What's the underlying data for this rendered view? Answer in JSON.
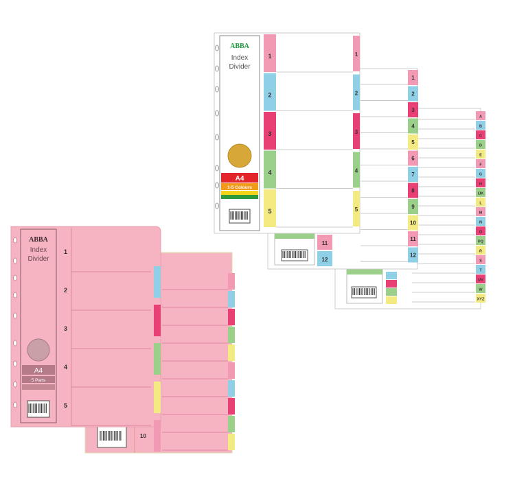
{
  "colors": {
    "pink": "#f29ab4",
    "blue": "#8fd0e6",
    "magenta": "#e83f75",
    "green": "#9bd08a",
    "yellow": "#f4ea82",
    "paper_pink": "#f6b3c2",
    "white": "#ffffff"
  },
  "white_set": {
    "brand": "ABBA",
    "title_line1": "Index",
    "title_line2": "Divider",
    "size": "A4",
    "colours_label": "1-5 Colours",
    "tab_labels": [
      "1",
      "2",
      "3",
      "4",
      "5"
    ]
  },
  "white_set_12": {
    "tab_labels": [
      "1",
      "2",
      "3",
      "4",
      "5",
      "6",
      "7",
      "8",
      "9",
      "10",
      "11",
      "12"
    ]
  },
  "white_set_az": {
    "tab_labels": [
      "A",
      "B",
      "C",
      "D",
      "E",
      "F",
      "G",
      "H",
      "IJK",
      "L",
      "M",
      "N",
      "O",
      "PQ",
      "R",
      "S",
      "T",
      "UV",
      "W",
      "XYZ"
    ]
  },
  "pink_set": {
    "brand": "ABBA",
    "title_line1": "Index",
    "title_line2": "Divider",
    "size": "A4",
    "parts_label": "5 Parts",
    "tab_labels": [
      "1",
      "2",
      "3",
      "4",
      "5"
    ],
    "back_label": "10"
  }
}
